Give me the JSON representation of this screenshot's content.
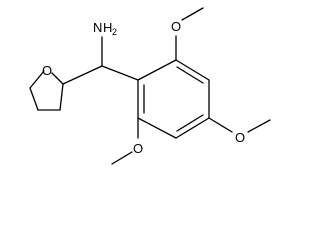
{
  "molecule": {
    "atoms": {
      "amine": {
        "symbol": "N",
        "hydrogens": "H",
        "count": "2"
      },
      "ring_oxygen": {
        "symbol": "O"
      },
      "methoxy_top": {
        "symbol": "O"
      },
      "methoxy_right": {
        "symbol": "O"
      },
      "methoxy_bottom": {
        "symbol": "O"
      }
    }
  },
  "colors": {
    "bond": "#000000",
    "background": "#ffffff"
  }
}
